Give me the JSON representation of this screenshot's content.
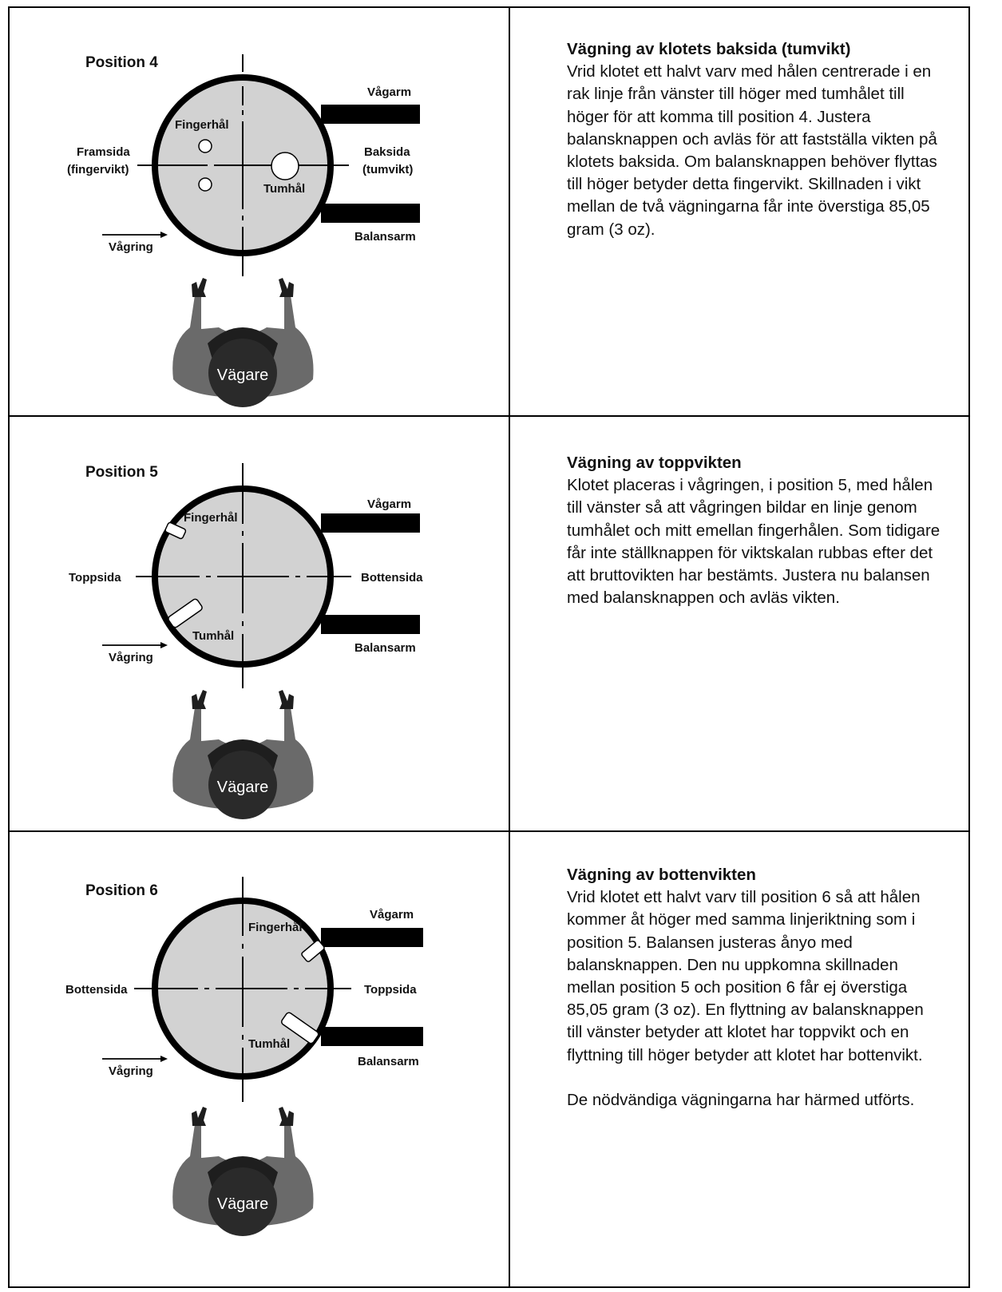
{
  "sections": [
    {
      "position_label": "Position 4",
      "labels": {
        "vagarm": "Vågarm",
        "balansarm": "Balansarm",
        "vagring": "Vågring",
        "fingerhal": "Fingerhål",
        "tumhal": "Tumhål",
        "left_side": "Framsida",
        "left_side2": "(fingervikt)",
        "right_side": "Baksida",
        "right_side2": "(tumvikt)",
        "vagare": "Vägare"
      },
      "heading": "Vägning av klotets baksida (tumvikt)",
      "body": "Vrid klotet ett halvt varv med hålen centrerade i en rak linje från vänster till höger med tumhålet till höger för att komma till position 4. Justera balansknappen och avläs för att fastställa vikten på klotets baksida. Om balansknappen behöver flyttas till höger betyder detta fingervikt. Skillnaden i vikt mellan de två vägningarna får inte överstiga 85,05 gram (3 oz)."
    },
    {
      "position_label": "Position 5",
      "labels": {
        "vagarm": "Vågarm",
        "balansarm": "Balansarm",
        "vagring": "Vågring",
        "fingerhal": "Fingerhål",
        "tumhal": "Tumhål",
        "left_side": "Toppsida",
        "right_side": "Bottensida",
        "vagare": "Vägare"
      },
      "heading": "Vägning av toppvikten",
      "body": "Klotet placeras i vågringen, i position 5, med hålen till vänster så att vågringen bildar en linje genom tumhålet och mitt emellan fingerhålen. Som tidigare får inte ställknappen för viktskalan rubbas efter det att bruttovikten har bestämts. Justera nu balansen med balansknappen och avläs vikten."
    },
    {
      "position_label": "Position 6",
      "labels": {
        "vagarm": "Vågarm",
        "balansarm": "Balansarm",
        "vagring": "Vågring",
        "fingerhal": "Fingerhål",
        "tumhal": "Tumhål",
        "left_side": "Bottensida",
        "right_side": "Toppsida",
        "vagare": "Vägare"
      },
      "heading": "Vägning av bottenvikten",
      "body": "Vrid klotet ett halvt varv till position 6 så att hålen kommer åt höger med samma linjeriktning som i position 5. Balansen justeras ånyo med balansknappen. Den nu uppkomna skillnaden mellan position 5 och position 6 får ej överstiga 85,05 gram (3 oz). En flyttning av balansknappen till vänster betyder att klotet har toppvikt och en flyttning till höger betyder att klotet har bottenvikt.",
      "footer": "De nödvändiga vägningarna har härmed utförts."
    }
  ]
}
